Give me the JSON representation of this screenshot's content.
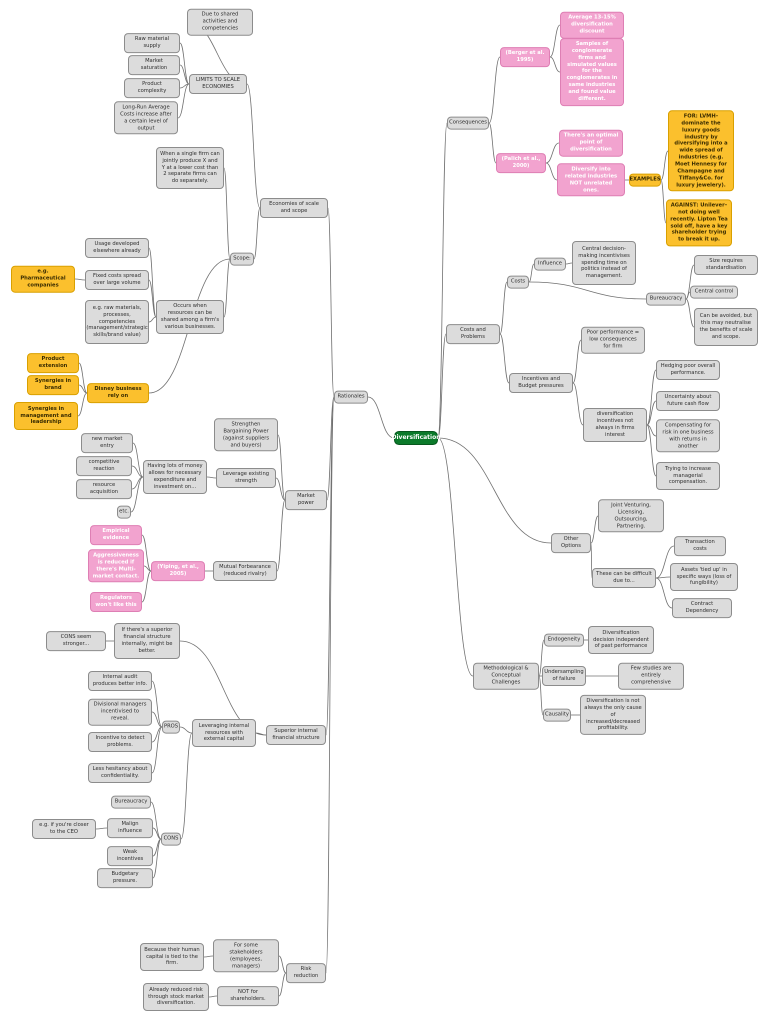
{
  "colors": {
    "gray": "#dcdcdc",
    "pink": "#f2a3cf",
    "yellow": "#fbc02d",
    "root": "#0b7a2a",
    "line": "#707070"
  },
  "nodes": [
    {
      "id": "root",
      "text": "Diversification",
      "style": "root"
    },
    {
      "id": "rationales",
      "text": "Rationales",
      "style": "gray"
    },
    {
      "id": "consequences",
      "text": "Consequences",
      "style": "gray"
    },
    {
      "id": "costs_problems",
      "text": "Costs and Problems",
      "style": "gray"
    },
    {
      "id": "other_options",
      "text": "Other Options",
      "style": "gray"
    },
    {
      "id": "methodological",
      "text": "Methodological & Conceptual Challenges",
      "style": "gray"
    },
    {
      "id": "econ_scale",
      "text": "Economies of scale and scope",
      "style": "gray"
    },
    {
      "id": "limits",
      "text": "LIMITS TO SCALE ECONOMIES",
      "style": "gray"
    },
    {
      "id": "shared_activities",
      "text": "Due to shared activities and competencies",
      "style": "gray"
    },
    {
      "id": "raw_material",
      "text": "Raw material supply",
      "style": "gray"
    },
    {
      "id": "market_saturation",
      "text": "Market saturation",
      "style": "gray"
    },
    {
      "id": "product_complexity",
      "text": "Product complexity",
      "style": "gray"
    },
    {
      "id": "long_run",
      "text": "Long-Run Average Costs increase after a certain level of output",
      "style": "gray"
    },
    {
      "id": "scope",
      "text": "Scope:",
      "style": "gray"
    },
    {
      "id": "single_firm",
      "text": "When a single firm can jointly produce X and Y at a lower cost than 2 separate firms can do separately.",
      "style": "gray"
    },
    {
      "id": "occurs_when",
      "text": "Occurs when resources can be shared among a firm's various businesses.",
      "style": "gray"
    },
    {
      "id": "usage_developed",
      "text": "Usage developed elsewhere already",
      "style": "gray"
    },
    {
      "id": "fixed_costs",
      "text": "Fixed costs spread over large volume",
      "style": "gray"
    },
    {
      "id": "pharma",
      "text": "e.g. Pharmaceutical companies",
      "style": "yellow"
    },
    {
      "id": "raw_materials_list",
      "text": "e.g. raw materials, processes, competencies (management/strategic skills/brand value)",
      "style": "gray"
    },
    {
      "id": "disney",
      "text": "Disney business rely on",
      "style": "yellow"
    },
    {
      "id": "product_extension",
      "text": "Product extension",
      "style": "yellow"
    },
    {
      "id": "synergies_brand",
      "text": "Synergies in brand",
      "style": "yellow"
    },
    {
      "id": "synergies_mgmt",
      "text": "Synergies in management and leadership",
      "style": "yellow"
    },
    {
      "id": "market_power",
      "text": "Market power",
      "style": "gray"
    },
    {
      "id": "strengthen",
      "text": "Strengthen Bargaining Power (against suppliers and buyers)",
      "style": "gray"
    },
    {
      "id": "leverage_existing",
      "text": "Leverage existing strength",
      "style": "gray"
    },
    {
      "id": "lots_of_money",
      "text": "Having lots of money allows for necessary expenditure and investment on...",
      "style": "gray"
    },
    {
      "id": "new_market",
      "text": "new market entry",
      "style": "gray"
    },
    {
      "id": "competitive",
      "text": "competitive reaction",
      "style": "gray"
    },
    {
      "id": "resource_acq",
      "text": "resource acquisition",
      "style": "gray"
    },
    {
      "id": "etc",
      "text": "etc.",
      "style": "gray"
    },
    {
      "id": "mutual_forbearance",
      "text": "Mutual Forbearance (reduced rivalry)",
      "style": "gray"
    },
    {
      "id": "yiping",
      "text": "(Yiping, et al., 2005)",
      "style": "pink"
    },
    {
      "id": "empirical",
      "text": "Empirical evidence",
      "style": "pink"
    },
    {
      "id": "aggressiveness",
      "text": "Aggressiveness is reduced if there's Multi-market contact.",
      "style": "pink"
    },
    {
      "id": "regulators",
      "text": "Regulators won't like this",
      "style": "pink"
    },
    {
      "id": "superior_internal",
      "text": "Superior internal financial structure",
      "style": "gray"
    },
    {
      "id": "leveraging_internal",
      "text": "Leveraging internal resources with external capital",
      "style": "gray"
    },
    {
      "id": "if_theres",
      "text": "If there's a superior financial structure internally, might be better.",
      "style": "gray"
    },
    {
      "id": "cons_stronger",
      "text": "CONS seem stronger...",
      "style": "gray"
    },
    {
      "id": "pros",
      "text": "PROS",
      "style": "gray"
    },
    {
      "id": "internal_audit",
      "text": "Internal audit produces better info.",
      "style": "gray"
    },
    {
      "id": "divisional",
      "text": "Divisional managers incentivised to reveal.",
      "style": "gray"
    },
    {
      "id": "incentive_detect",
      "text": "Incentive to detect problems.",
      "style": "gray"
    },
    {
      "id": "less_hesitancy",
      "text": "Less hesitancy about confidentiality.",
      "style": "gray"
    },
    {
      "id": "cons",
      "text": "CONS",
      "style": "gray"
    },
    {
      "id": "bureaucracy_cons",
      "text": "Bureaucracy",
      "style": "gray"
    },
    {
      "id": "malign",
      "text": "Malign influence",
      "style": "gray"
    },
    {
      "id": "closer_ceo",
      "text": "e.g. if you're closer to the CEO",
      "style": "gray"
    },
    {
      "id": "weak_incentives",
      "text": "Weak incentives",
      "style": "gray"
    },
    {
      "id": "budgetary",
      "text": "Budgetary pressure.",
      "style": "gray"
    },
    {
      "id": "risk_reduction",
      "text": "Risk reduction",
      "style": "gray"
    },
    {
      "id": "some_stakeholders",
      "text": "For some stakeholders (employees, managers)",
      "style": "gray"
    },
    {
      "id": "human_capital",
      "text": "Because their human capital is tied to the firm.",
      "style": "gray"
    },
    {
      "id": "not_shareholders",
      "text": "NOT for shareholders.",
      "style": "gray"
    },
    {
      "id": "already_reduced",
      "text": "Already reduced risk through stock market diversification.",
      "style": "gray"
    },
    {
      "id": "berger",
      "text": "(Berger et al. 1995)",
      "style": "pink"
    },
    {
      "id": "avg_discount",
      "text": "Average 13-15% diversification discount",
      "style": "pink"
    },
    {
      "id": "samples",
      "text": "Samples of conglomerate firms and simulated values for the conglomerates in same industries and found value different.",
      "style": "pink"
    },
    {
      "id": "palich",
      "text": "(Palich et al., 2000)",
      "style": "pink"
    },
    {
      "id": "optimal_point",
      "text": "There's an optimal point of diversification",
      "style": "pink"
    },
    {
      "id": "diversify_related",
      "text": "Diversify into related industries NOT unrelated ones.",
      "style": "pink"
    },
    {
      "id": "examples",
      "text": "EXAMPLES",
      "style": "yellow"
    },
    {
      "id": "for_lvmh",
      "text": "FOR: LVMH– dominate the luxury goods industry by diversifying into a wide spread of industries (e.g. Moet Hennesy for Champagne and Tiffany&Co. for luxury jewelery).",
      "style": "yellow"
    },
    {
      "id": "against_unilever",
      "text": "AGAINST: Unilever– not doing well recently. Lipton Tea sold off, have a key shareholder trying to break it up.",
      "style": "yellow"
    },
    {
      "id": "costs",
      "text": "Costs",
      "style": "gray"
    },
    {
      "id": "influence",
      "text": "Influence",
      "style": "gray"
    },
    {
      "id": "central_decision",
      "text": "Central decision-making incentivises spending time on politics instead of management.",
      "style": "gray"
    },
    {
      "id": "bureaucracy_costs",
      "text": "Bureaucracy",
      "style": "gray"
    },
    {
      "id": "size_requires",
      "text": "Size requires standardisation",
      "style": "gray"
    },
    {
      "id": "central_control",
      "text": "Central control",
      "style": "gray"
    },
    {
      "id": "can_be_avoided",
      "text": "Can be avoided, but this may neutralise the benefits of scale and scope.",
      "style": "gray"
    },
    {
      "id": "incentives_budget",
      "text": "Incentives and Budget pressures",
      "style": "gray"
    },
    {
      "id": "poor_performance",
      "text": "Poor performance = low consequences for firm",
      "style": "gray"
    },
    {
      "id": "div_incentives",
      "text": "diversification incentives not always in firms interest",
      "style": "gray"
    },
    {
      "id": "hedging",
      "text": "Hedging poor overall performance.",
      "style": "gray"
    },
    {
      "id": "uncertainty",
      "text": "Uncertainty about future cash flow",
      "style": "gray"
    },
    {
      "id": "compensating",
      "text": "Compensating for risk in one business with returns in another",
      "style": "gray"
    },
    {
      "id": "trying_increase",
      "text": "Trying to increase managerial compensation.",
      "style": "gray"
    },
    {
      "id": "joint_venturing",
      "text": "Joint Venturing, Licensing, Outsourcing, Partnering.",
      "style": "gray"
    },
    {
      "id": "these_difficult",
      "text": "These can be difficult due to...",
      "style": "gray"
    },
    {
      "id": "transaction_costs",
      "text": "Transaction costs",
      "style": "gray"
    },
    {
      "id": "assets_tied",
      "text": "Assets 'tied up' in specific ways (loss of fungibility)",
      "style": "gray"
    },
    {
      "id": "contract_dependency",
      "text": "Contract Dependency",
      "style": "gray"
    },
    {
      "id": "endogeneity",
      "text": "Endogeneity",
      "style": "gray"
    },
    {
      "id": "div_decision",
      "text": "Diversification decision independent of past performance",
      "style": "gray"
    },
    {
      "id": "undersampling",
      "text": "Undersampling of failure",
      "style": "gray"
    },
    {
      "id": "few_studies",
      "text": "Few studies are entirely comprehensive",
      "style": "gray"
    },
    {
      "id": "causality",
      "text": "Causality",
      "style": "gray"
    },
    {
      "id": "div_not_only",
      "text": "Diversification is not always the only cause of increased/decreased profitability.",
      "style": "gray"
    }
  ],
  "edges": [
    [
      "root",
      "rationales"
    ],
    [
      "root",
      "consequences"
    ],
    [
      "root",
      "costs_problems"
    ],
    [
      "root",
      "other_options"
    ],
    [
      "root",
      "methodological"
    ],
    [
      "rationales",
      "econ_scale"
    ],
    [
      "rationales",
      "market_power"
    ],
    [
      "rationales",
      "superior_internal"
    ],
    [
      "rationales",
      "risk_reduction"
    ],
    [
      "econ_scale",
      "limits"
    ],
    [
      "econ_scale",
      "scope"
    ],
    [
      "limits",
      "shared_activities"
    ],
    [
      "limits",
      "raw_material"
    ],
    [
      "limits",
      "market_saturation"
    ],
    [
      "limits",
      "product_complexity"
    ],
    [
      "limits",
      "long_run"
    ],
    [
      "scope",
      "single_firm"
    ],
    [
      "scope",
      "occurs_when"
    ],
    [
      "occurs_when",
      "usage_developed"
    ],
    [
      "occurs_when",
      "fixed_costs"
    ],
    [
      "occurs_when",
      "raw_materials_list"
    ],
    [
      "fixed_costs",
      "pharma"
    ],
    [
      "scope",
      "disney"
    ],
    [
      "disney",
      "product_extension"
    ],
    [
      "disney",
      "synergies_brand"
    ],
    [
      "disney",
      "synergies_mgmt"
    ],
    [
      "market_power",
      "strengthen"
    ],
    [
      "market_power",
      "leverage_existing"
    ],
    [
      "market_power",
      "mutual_forbearance"
    ],
    [
      "leverage_existing",
      "lots_of_money"
    ],
    [
      "lots_of_money",
      "new_market"
    ],
    [
      "lots_of_money",
      "competitive"
    ],
    [
      "lots_of_money",
      "resource_acq"
    ],
    [
      "lots_of_money",
      "etc"
    ],
    [
      "mutual_forbearance",
      "yiping"
    ],
    [
      "yiping",
      "empirical"
    ],
    [
      "yiping",
      "aggressiveness"
    ],
    [
      "yiping",
      "regulators"
    ],
    [
      "superior_internal",
      "leveraging_internal"
    ],
    [
      "superior_internal",
      "if_theres"
    ],
    [
      "if_theres",
      "cons_stronger"
    ],
    [
      "leveraging_internal",
      "pros"
    ],
    [
      "leveraging_internal",
      "cons"
    ],
    [
      "pros",
      "internal_audit"
    ],
    [
      "pros",
      "divisional"
    ],
    [
      "pros",
      "incentive_detect"
    ],
    [
      "pros",
      "less_hesitancy"
    ],
    [
      "cons",
      "bureaucracy_cons"
    ],
    [
      "cons",
      "malign"
    ],
    [
      "cons",
      "weak_incentives"
    ],
    [
      "cons",
      "budgetary"
    ],
    [
      "malign",
      "closer_ceo"
    ],
    [
      "risk_reduction",
      "some_stakeholders"
    ],
    [
      "risk_reduction",
      "not_shareholders"
    ],
    [
      "some_stakeholders",
      "human_capital"
    ],
    [
      "not_shareholders",
      "already_reduced"
    ],
    [
      "consequences",
      "berger"
    ],
    [
      "consequences",
      "palich"
    ],
    [
      "berger",
      "avg_discount"
    ],
    [
      "berger",
      "samples"
    ],
    [
      "palich",
      "optimal_point"
    ],
    [
      "palich",
      "diversify_related"
    ],
    [
      "diversify_related",
      "examples"
    ],
    [
      "examples",
      "for_lvmh"
    ],
    [
      "examples",
      "against_unilever"
    ],
    [
      "costs_problems",
      "costs"
    ],
    [
      "costs_problems",
      "incentives_budget"
    ],
    [
      "costs",
      "influence"
    ],
    [
      "costs",
      "bureaucracy_costs"
    ],
    [
      "influence",
      "central_decision"
    ],
    [
      "bureaucracy_costs",
      "size_requires"
    ],
    [
      "bureaucracy_costs",
      "central_control"
    ],
    [
      "bureaucracy_costs",
      "can_be_avoided"
    ],
    [
      "incentives_budget",
      "poor_performance"
    ],
    [
      "incentives_budget",
      "div_incentives"
    ],
    [
      "div_incentives",
      "hedging"
    ],
    [
      "div_incentives",
      "uncertainty"
    ],
    [
      "div_incentives",
      "compensating"
    ],
    [
      "div_incentives",
      "trying_increase"
    ],
    [
      "other_options",
      "joint_venturing"
    ],
    [
      "other_options",
      "these_difficult"
    ],
    [
      "these_difficult",
      "transaction_costs"
    ],
    [
      "these_difficult",
      "assets_tied"
    ],
    [
      "these_difficult",
      "contract_dependency"
    ],
    [
      "methodological",
      "endogeneity"
    ],
    [
      "methodological",
      "undersampling"
    ],
    [
      "methodological",
      "causality"
    ],
    [
      "endogeneity",
      "div_decision"
    ],
    [
      "undersampling",
      "few_studies"
    ],
    [
      "causality",
      "div_not_only"
    ]
  ]
}
